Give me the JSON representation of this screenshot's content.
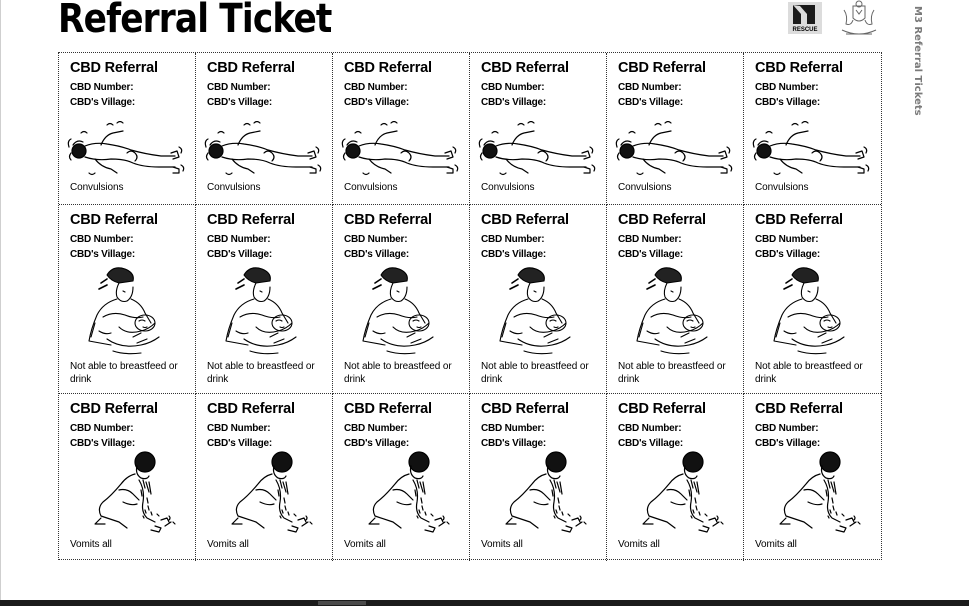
{
  "page": {
    "title": "Referral Ticket",
    "side_label": "M3 Referral Tickets",
    "logos": [
      "irc-rescue-logo",
      "government-crest-logo"
    ],
    "irc_logo_text": "RESCUE"
  },
  "ticket_fields": {
    "title": "CBD Referral",
    "number_label": "CBD Number:",
    "village_label": "CBD's Village:"
  },
  "rows": [
    {
      "condition": "Convulsions",
      "illustration": "convulsing-person-icon",
      "tickets": [
        {
          "title": "CBD Referral",
          "number_label": "CBD Number:",
          "village_label": "CBD's Village:",
          "caption": "Convulsions"
        },
        {
          "title": "CBD Referral",
          "number_label": "CBD Number:",
          "village_label": "CBD's Village:",
          "caption": "Convulsions"
        },
        {
          "title": "CBD Referral",
          "number_label": "CBD Number:",
          "village_label": "CBD's Village:",
          "caption": "Convulsions"
        },
        {
          "title": "CBD Referral",
          "number_label": "CBD Number:",
          "village_label": "CBD's Village:",
          "caption": "Convulsions"
        },
        {
          "title": "CBD Referral",
          "number_label": "CBD Number:",
          "village_label": "CBD's Village:",
          "caption": "Convulsions"
        },
        {
          "title": "CBD Referral",
          "number_label": "CBD Number:",
          "village_label": "CBD's Village:",
          "caption": "Convulsions"
        }
      ]
    },
    {
      "condition": "Not able to breastfeed or drink",
      "illustration": "breastfeeding-mother-icon",
      "tickets": [
        {
          "title": "CBD Referral",
          "number_label": "CBD Number:",
          "village_label": "CBD's Village:",
          "caption": "Not able to breastfeed or drink"
        },
        {
          "title": "CBD Referral",
          "number_label": "CBD Number:",
          "village_label": "CBD's Village:",
          "caption": "Not able to breastfeed or drink"
        },
        {
          "title": "CBD Referral",
          "number_label": "CBD Number:",
          "village_label": "CBD's Village:",
          "caption": "Not able to breastfeed or drink"
        },
        {
          "title": "CBD Referral",
          "number_label": "CBD Number:",
          "village_label": "CBD's Village:",
          "caption": "Not able to breastfeed or drink"
        },
        {
          "title": "CBD Referral",
          "number_label": "CBD Number:",
          "village_label": "CBD's Village:",
          "caption": "Not able to breastfeed or drink"
        },
        {
          "title": "CBD Referral",
          "number_label": "CBD Number:",
          "village_label": "CBD's Village:",
          "caption": "Not able to breastfeed or drink"
        }
      ]
    },
    {
      "condition": "Vomits all",
      "illustration": "vomiting-child-icon",
      "tickets": [
        {
          "title": "CBD Referral",
          "number_label": "CBD Number:",
          "village_label": "CBD's Village:",
          "caption": "Vomits all"
        },
        {
          "title": "CBD Referral",
          "number_label": "CBD Number:",
          "village_label": "CBD's Village:",
          "caption": "Vomits all"
        },
        {
          "title": "CBD Referral",
          "number_label": "CBD Number:",
          "village_label": "CBD's Village:",
          "caption": "Vomits all"
        },
        {
          "title": "CBD Referral",
          "number_label": "CBD Number:",
          "village_label": "CBD's Village:",
          "caption": "Vomits all"
        },
        {
          "title": "CBD Referral",
          "number_label": "CBD Number:",
          "village_label": "CBD's Village:",
          "caption": "Vomits all"
        },
        {
          "title": "CBD Referral",
          "number_label": "CBD Number:",
          "village_label": "CBD's Village:",
          "caption": "Vomits all"
        }
      ]
    }
  ],
  "colors": {
    "ink": "#000000",
    "border": "#333333",
    "side_label": "#7a7a7a",
    "scrollbar": "#1b1b1b"
  }
}
